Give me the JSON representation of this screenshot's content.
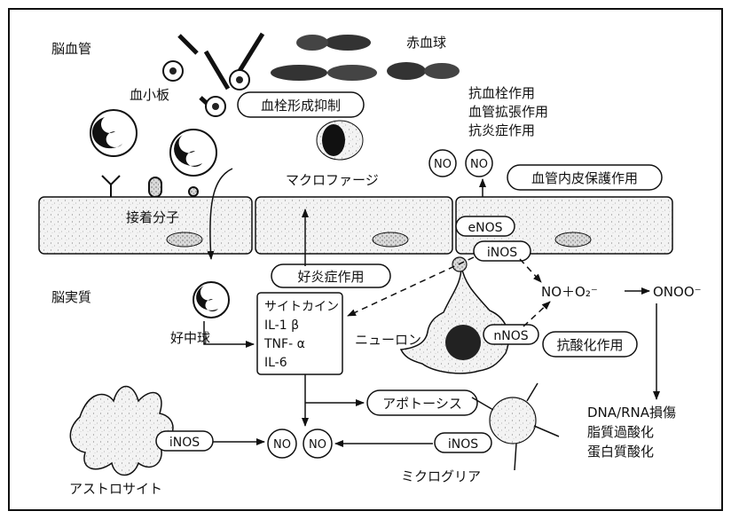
{
  "regions": {
    "blood_vessel": "脳血管",
    "parenchyma": "脳実質"
  },
  "cells": {
    "red_blood_cell": "赤血球",
    "platelet": "血小板",
    "macrophage": "マクロファージ",
    "neutrophil": "好中球",
    "neuron": "ニューロン",
    "astrocyte": "アストロサイト",
    "microglia": "ミクログリア",
    "adhesion_molecule": "接着分子"
  },
  "effects": {
    "antithrombotic": "抗血栓作用",
    "vasodilation": "血管拡張作用",
    "anti_inflammatory": "抗炎症作用"
  },
  "boxes": {
    "thrombus_inhibition": "血栓形成抑制",
    "endothelial_protection": "血管内皮保護作用",
    "proinflammatory": "好炎症作用",
    "apoptosis": "アポトーシス",
    "antioxidant": "抗酸化作用"
  },
  "cytokines": [
    "サイトカイン",
    "IL-1 β",
    "TNF- α",
    "IL-6"
  ],
  "enzymes": {
    "enos": "eNOS",
    "inos": "iNOS",
    "nnos": "nNOS"
  },
  "no_label": "NO",
  "reaction": {
    "left": "NO＋O₂⁻",
    "right": "ONOO⁻"
  },
  "damage": [
    "DNA/RNA損傷",
    "脂質過酸化",
    "蛋白質酸化"
  ]
}
